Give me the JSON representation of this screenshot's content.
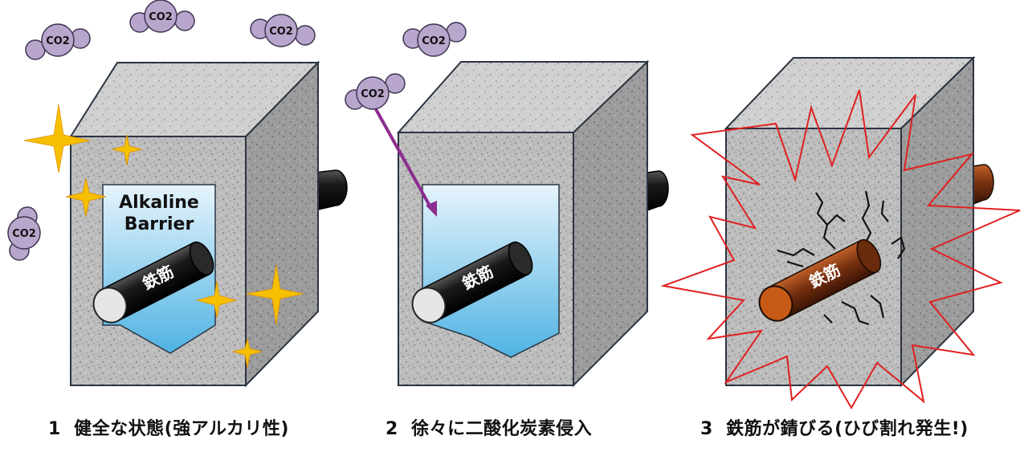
{
  "co2_label": "CO2",
  "bar_label": "鉄筋",
  "barrier_label_line1": "Alkaline",
  "barrier_label_line2": "Barrier",
  "stages": [
    {
      "number": "1",
      "caption": "健全な状態(強アルカリ性)",
      "bar_state": "intact",
      "barrier": "full"
    },
    {
      "number": "2",
      "caption": "徐々に二酸化炭素侵入",
      "bar_state": "intact",
      "barrier": "reduced"
    },
    {
      "number": "3",
      "caption": "鉄筋が錆びる(ひび割れ発生!)",
      "bar_state": "rusted",
      "barrier": "none"
    }
  ],
  "colors": {
    "concrete": "#bdbdbd",
    "concrete_side": "#9a9a9a",
    "concrete_top": "#d2d2d2",
    "barrier_top": "#e6f4fc",
    "barrier_bottom": "#4fb3e3",
    "co2_fill": "#b8a6cc",
    "co2_stroke": "#3d3550",
    "sparkle": "#f6c000",
    "arrow": "#8b2c8f",
    "crack_burst": "#e02020",
    "bar_black": "#1a1a1a",
    "bar_rust": "#8a3a12"
  }
}
